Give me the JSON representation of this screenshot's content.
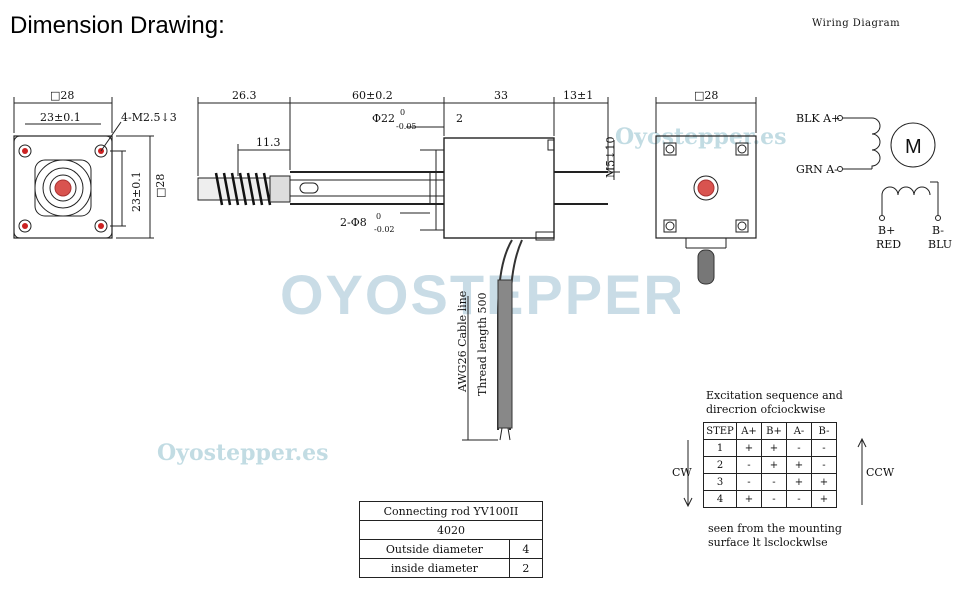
{
  "header": {
    "title": "Dimension Drawing:",
    "wiring_title": "Wiring Diagram"
  },
  "watermarks": {
    "site_top": "Oyostepper.es",
    "site_bottom": "Oyostepper.es",
    "logo": "OYOSTEPPER"
  },
  "front_view": {
    "width_label": "□28",
    "hole_spacing_h": "23±0.1",
    "hole_spacing_v": "23±0.1",
    "height_label": "□28",
    "holes_label": "4-M2.5↓3"
  },
  "side_view": {
    "dim_left": "26.3",
    "dim_rod": "60±0.2",
    "dim_body": "33",
    "dim_right": "13±1",
    "dim_inner": "11.3",
    "boss_dia": "Φ22",
    "boss_tol_upper": "0",
    "boss_tol_lower": "-0.05",
    "boss_depth": "2",
    "rod_dia": "2-Φ8",
    "rod_tol_upper": "0",
    "rod_tol_lower": "-0.02",
    "thread": "M5↓10",
    "cable_label": "AWG26 Cable line",
    "thread_length": "Thread length 500"
  },
  "rear_view": {
    "width_label": "□28"
  },
  "wiring": {
    "a_plus": "BLK A+",
    "a_minus": "GRN A-",
    "b_plus": "B+",
    "b_minus": "B-",
    "b_plus_color": "RED",
    "b_minus_color": "BLU",
    "motor": "M"
  },
  "rod_table": {
    "title": "Connecting rod YV100II",
    "model": "4020",
    "rows": [
      {
        "label": "Outside  diameter",
        "value": "4"
      },
      {
        "label": "inside diameter",
        "value": "2"
      }
    ]
  },
  "excitation": {
    "title_line1": "Excitation sequence and",
    "title_line2": "direcrion ofciockwise",
    "headers": [
      "STEP",
      "A+",
      "B+",
      "A-",
      "B-"
    ],
    "rows": [
      [
        "1",
        "+",
        "+",
        "-",
        "-"
      ],
      [
        "2",
        "-",
        "+",
        "+",
        "-"
      ],
      [
        "3",
        "-",
        "-",
        "+",
        "+"
      ],
      [
        "4",
        "+",
        "-",
        "-",
        "+"
      ]
    ],
    "cw": "CW",
    "ccw": "CCW",
    "foot_line1": "seen from the mounting",
    "foot_line2": "surface lt lsclockwlse"
  }
}
